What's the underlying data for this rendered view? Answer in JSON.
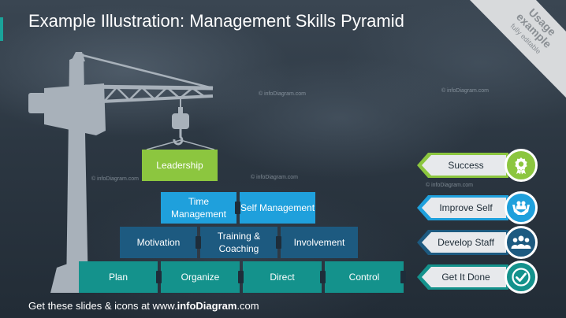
{
  "title": "Example Illustration: Management Skills Pyramid",
  "footer": {
    "prefix": "Get these slides & icons at www.",
    "brand": "infoDiagram",
    "suffix": ".com"
  },
  "badge": {
    "line1": "Usage",
    "line2": "example",
    "line3": "fully editable"
  },
  "watermark": "© infoDiagram.com",
  "pyramid": {
    "top": "Leadership",
    "row2": [
      "Time Management",
      "Self Management"
    ],
    "row3": [
      "Motivation",
      "Training & Coaching",
      "Involvement"
    ],
    "row4": [
      "Plan",
      "Organize",
      "Direct",
      "Control"
    ]
  },
  "steps": [
    {
      "label": "Success",
      "icon": "award-ribbon-icon",
      "color": "#8cc63f"
    },
    {
      "label": "Improve Self",
      "icon": "hands-people-icon",
      "color": "#1fa0dc"
    },
    {
      "label": "Develop Staff",
      "icon": "group-people-icon",
      "color": "#1d5a80"
    },
    {
      "label": "Get It Done",
      "icon": "check-circle-icon",
      "color": "#14928c"
    }
  ],
  "colors": {
    "green": "#8cc63f",
    "lightblue": "#1fa0dc",
    "darkblue": "#1d5a80",
    "teal": "#14928c"
  }
}
